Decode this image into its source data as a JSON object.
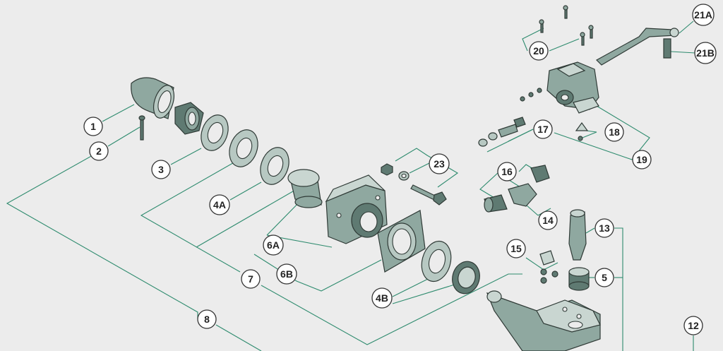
{
  "callouts": {
    "c1": "1",
    "c2": "2",
    "c3": "3",
    "c4a": "4A",
    "c4b": "4B",
    "c5": "5",
    "c6a": "6A",
    "c6b": "6B",
    "c7": "7",
    "c8": "8",
    "c12": "12",
    "c13": "13",
    "c14": "14",
    "c15": "15",
    "c16": "16",
    "c17": "17",
    "c18": "18",
    "c19": "19",
    "c20": "20",
    "c21a": "21A",
    "c21b": "21B",
    "c23": "23"
  },
  "colors": {
    "background": "#ececec",
    "leader_line": "#2e8b6e",
    "part_fill": "#8fa8a0",
    "part_dark": "#5f7a72"
  }
}
